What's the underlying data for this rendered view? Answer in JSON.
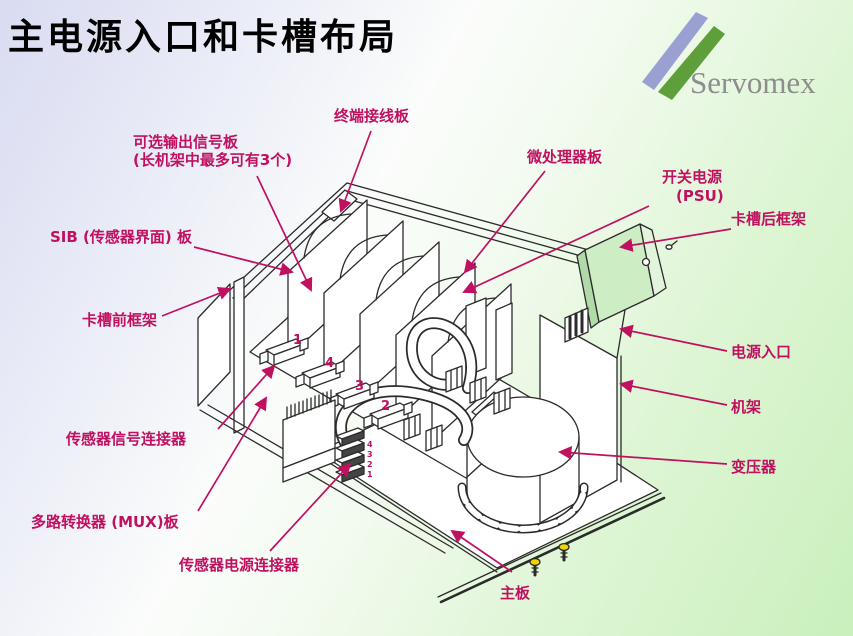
{
  "slide_title": "主电源入口和卡槽布局",
  "logo": {
    "name": "Servomex"
  },
  "colors": {
    "label_text": "#c01060",
    "line_art": "#2b2b2b",
    "psu_box_fill": "#cdeec5",
    "screw_head": "#f2d400",
    "logo_stroke_blue": "#9aa0d2",
    "logo_stroke_green": "#5e9e3b",
    "logo_text": "#8d8d8d",
    "background_top_left": "#d9dbf1",
    "background_bottom_right": "#c9f0bd"
  },
  "callouts": [
    {
      "id": "terminal-board",
      "text": "终端接线板"
    },
    {
      "id": "optional-output-board",
      "text": "可选输出信号板",
      "line2": "(长机架中最多可有3个)"
    },
    {
      "id": "sib-board",
      "text": "SIB (传感器界面) 板"
    },
    {
      "id": "front-card-frame",
      "text": "卡槽前框架"
    },
    {
      "id": "microprocessor-board",
      "text": "微处理器板"
    },
    {
      "id": "psu",
      "text": "开关电源",
      "line2": "(PSU)"
    },
    {
      "id": "rear-card-frame",
      "text": "卡槽后框架"
    },
    {
      "id": "power-inlet",
      "text": "电源入口"
    },
    {
      "id": "rack",
      "text": "机架"
    },
    {
      "id": "transformer",
      "text": "变压器"
    },
    {
      "id": "sensor-signal-connector",
      "text": "传感器信号连接器"
    },
    {
      "id": "mux-board",
      "text": "多路转换器 (MUX)板"
    },
    {
      "id": "sensor-power-connector",
      "text": "传感器电源连接器"
    },
    {
      "id": "main-board",
      "text": "主板"
    }
  ],
  "connector_numbers": [
    "1",
    "4",
    "3",
    "2"
  ],
  "sensor_power_channels": [
    "4",
    "3",
    "2",
    "1"
  ]
}
